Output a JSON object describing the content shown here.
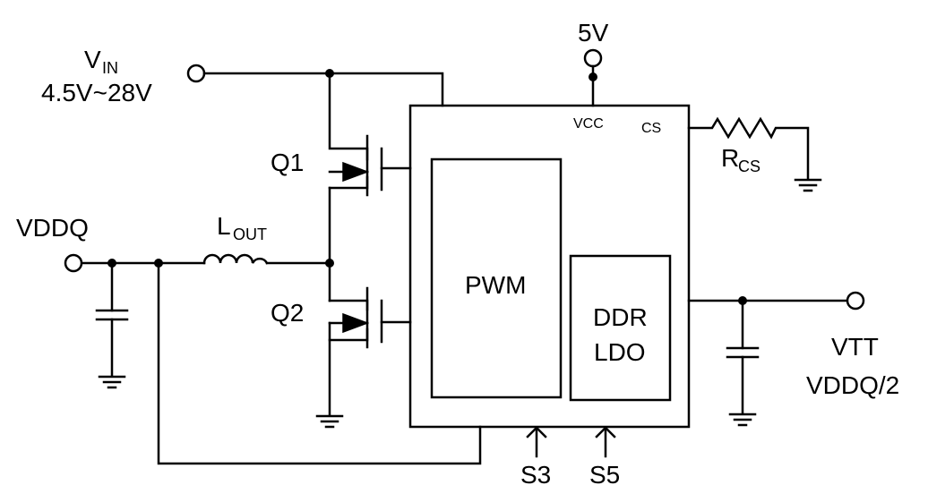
{
  "labels": {
    "vin": "V",
    "vin_sub": "IN",
    "vin_range": "4.5V~28V",
    "supply_5v": "5V",
    "vcc": "VCC",
    "cs": "CS",
    "rcs": "R",
    "rcs_sub": "CS",
    "q1": "Q1",
    "q2": "Q2",
    "vddq": "VDDQ",
    "lout": "L",
    "lout_sub": "OUT",
    "pwm": "PWM",
    "ddr": "DDR",
    "ldo": "LDO",
    "vtt": "VTT",
    "vtt_value": "VDDQ/2",
    "s3": "S3",
    "s5": "S5"
  }
}
